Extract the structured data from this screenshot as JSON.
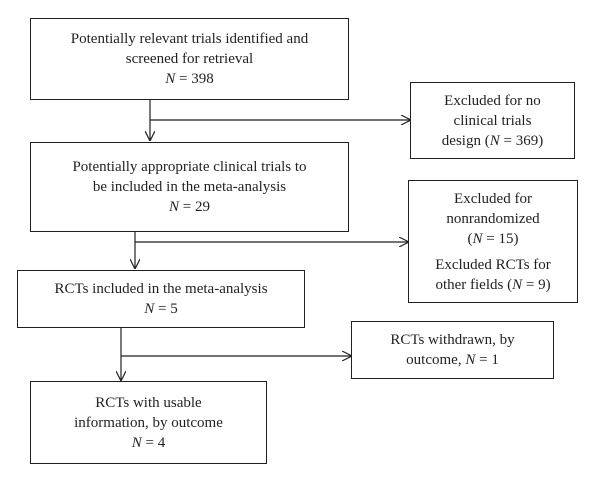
{
  "boxes": {
    "screened": {
      "lines": [
        "Potentially relevant trials identified and",
        "screened for retrieval"
      ],
      "n_label": "N",
      "n_value": "398"
    },
    "appropriate": {
      "lines": [
        "Potentially appropriate clinical trials to",
        "be included in the meta-analysis"
      ],
      "n_label": "N",
      "n_value": "29"
    },
    "rcts_included": {
      "lines": [
        "RCTs included in the meta-analysis"
      ],
      "n_label": "N",
      "n_value": "5"
    },
    "usable": {
      "lines": [
        "RCTs with usable",
        "information, by outcome"
      ],
      "n_label": "N",
      "n_value": "4"
    },
    "excluded_design": {
      "line1": "Excluded for no",
      "line2_prefix": "clinical trials",
      "line3_prefix": "design (",
      "n_label": "N",
      "n_value": "369",
      "suffix": ")"
    },
    "excluded_multi": {
      "item1_lines": [
        "Excluded for",
        "nonrandomized"
      ],
      "item1_prefix": "(",
      "item1_n_label": "N",
      "item1_n_value": "15",
      "item1_suffix": ")",
      "item2_line1": "Excluded RCTs for",
      "item2_prefix": "other fields (",
      "item2_n_label": "N",
      "item2_n_value": "9",
      "item2_suffix": ")"
    },
    "withdrawn": {
      "line1": "RCTs withdrawn, by",
      "line2_prefix": "outcome, ",
      "n_label": "N",
      "n_value": "1"
    }
  },
  "equals_sign": " = "
}
